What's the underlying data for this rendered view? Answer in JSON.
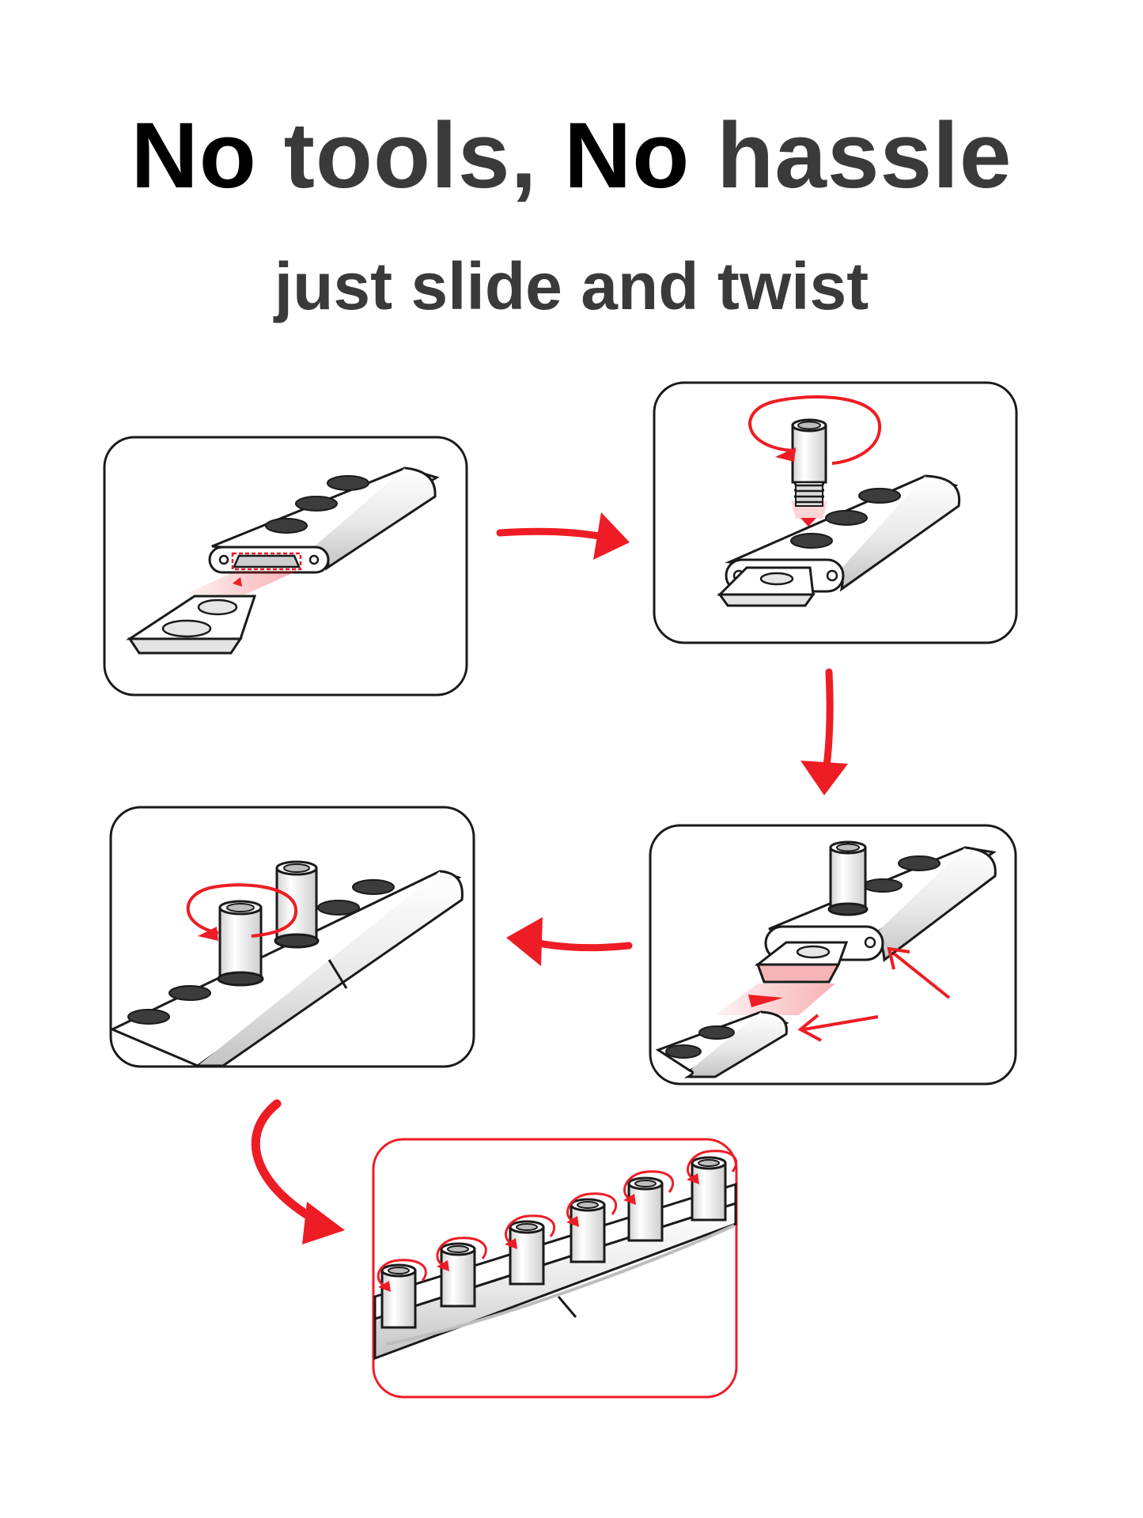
{
  "header": {
    "title_part1": "No",
    "title_part2": "tools,",
    "title_part3": "No",
    "title_part4": "hassle",
    "subtitle": "just slide and twist"
  },
  "colors": {
    "accent_red": "#ee1c24",
    "outline": "#1a1a1a",
    "title_black": "#000000",
    "title_grey": "#3a3a3a",
    "metal_light": "#f4f4f4",
    "metal_mid": "#cfcfcf",
    "hole_dark": "#3c3c3c"
  },
  "steps": [
    {
      "name": "insert-connector",
      "icon": "slide-connector-into-rail-icon"
    },
    {
      "name": "screw-in-post",
      "icon": "twist-post-into-hole-icon"
    },
    {
      "name": "join-next-rail",
      "icon": "push-next-rail-onto-connector-icon"
    },
    {
      "name": "twist-posts",
      "icon": "twist-posts-icon"
    },
    {
      "name": "finished-assembly",
      "icon": "finished-rail-with-posts-icon"
    }
  ]
}
